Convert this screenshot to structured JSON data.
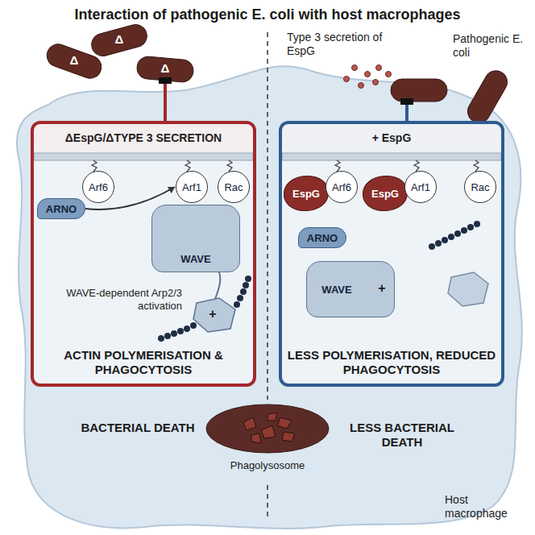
{
  "diagram": {
    "title": "Interaction of pathogenic E. coli with host macrophages",
    "nodes": [
      {
        "text": [
          "ΔEspG/ΔTYPE 3 SECRETION",
          "ACTIN POLYMERISATION & PHAGOCYTOSIS"
        ]
      },
      {
        "text": [
          "ARNO"
        ],
        "in": 0
      },
      {
        "text": [
          "Arf6"
        ],
        "in": 0
      },
      {
        "text": [
          "Arf1"
        ],
        "in": 0
      },
      {
        "text": [
          "Rac"
        ],
        "in": 0
      },
      {
        "text": [
          "WAVE"
        ],
        "in": 0
      },
      {
        "text": [
          "+ EspG",
          "LESS POLYMERISATION, REDUCED PHAGOCYTOSIS"
        ]
      },
      {
        "text": [
          "EspG"
        ],
        "in": 6
      },
      {
        "text": [
          "Arf6"
        ],
        "in": 6
      },
      {
        "text": [
          "EspG"
        ],
        "in": 6
      },
      {
        "text": [
          "Arf1"
        ],
        "in": 6
      },
      {
        "text": [
          "Rac"
        ],
        "in": 6
      },
      {
        "text": [
          "ARNO"
        ],
        "in": 6
      },
      {
        "text": [
          "WAVE"
        ],
        "in": 6
      },
      {
        "text": [
          "Phagolysosome"
        ]
      }
    ],
    "edges": [
      {
        "from": 1,
        "to": 3,
        "arrow": "to"
      }
    ],
    "labels": [
      "Type 3 secretion of EspG",
      "Pathogenic E. coli",
      "Δ",
      "Δ",
      "Δ",
      "WAVE-dependent Arp2/3 activation",
      "+",
      "+",
      "BACTERIAL DEATH",
      "LESS BACTERIAL DEATH",
      "Host macrophage"
    ]
  }
}
